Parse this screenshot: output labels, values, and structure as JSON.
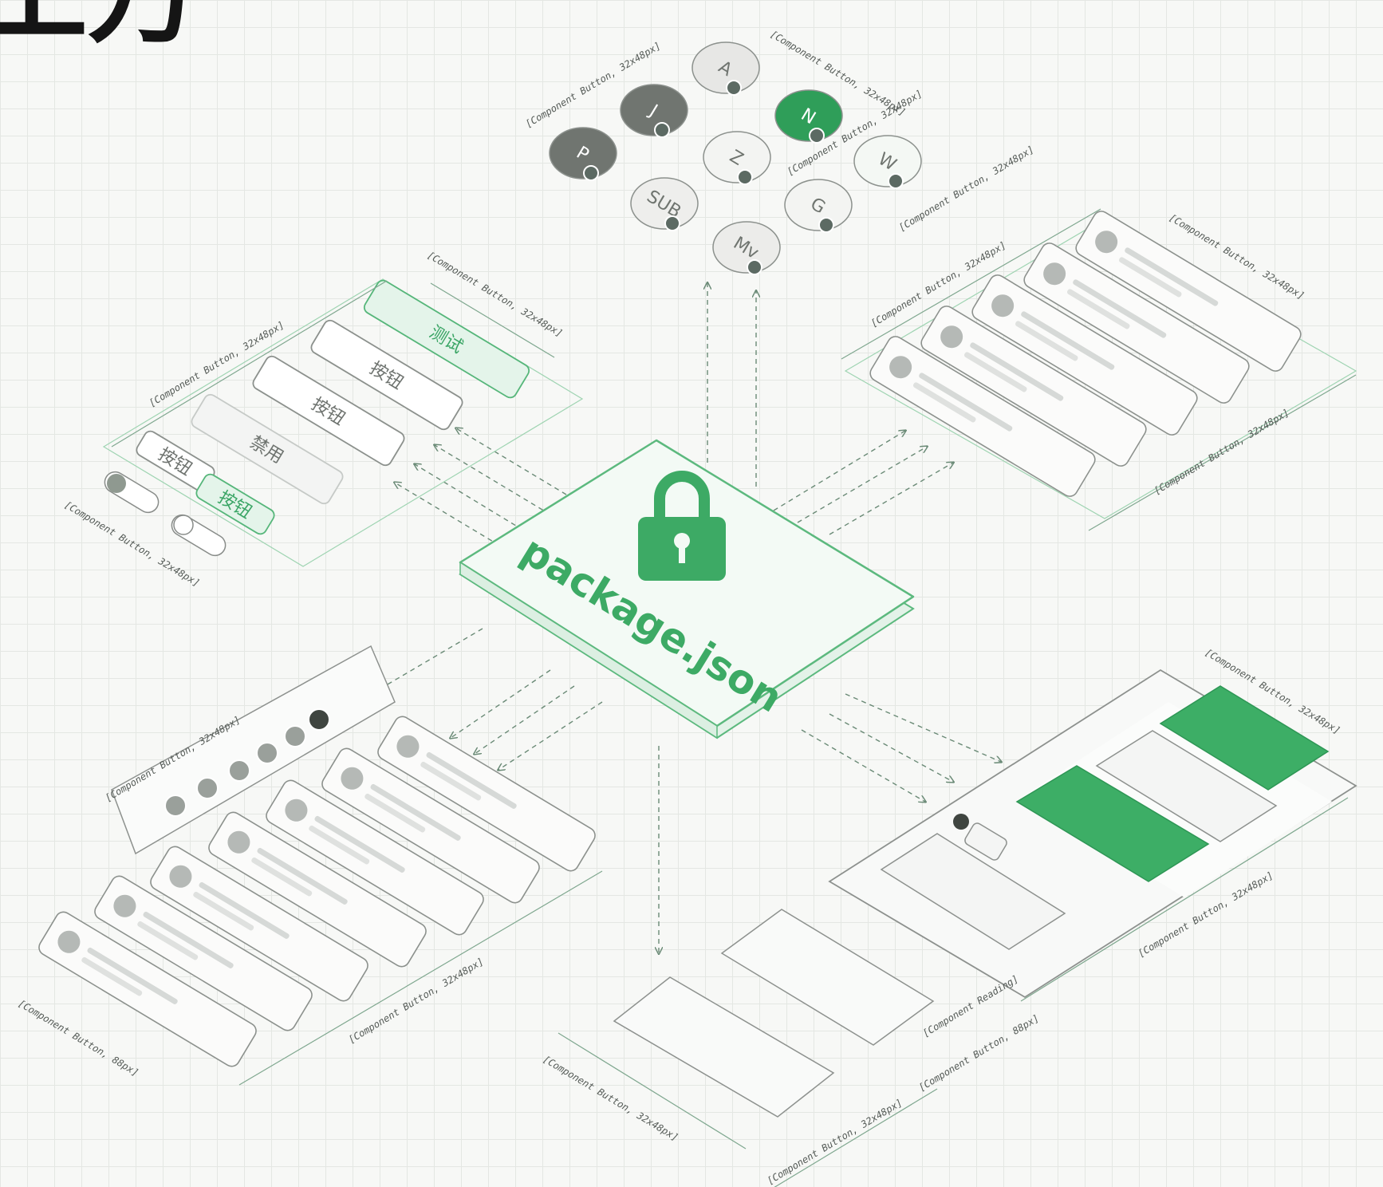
{
  "header": {
    "title_fragment": "工万"
  },
  "center_card": {
    "label": "package.json",
    "icon": "padlock-icon",
    "accent_color": "#3daa65",
    "surface_color": "#f3faf5"
  },
  "avatar_cluster": {
    "avatars": [
      {
        "letter": "A",
        "fill": "#e7e7e5"
      },
      {
        "letter": "J",
        "fill": "#707570"
      },
      {
        "letter": "N",
        "fill": "#2f9e59"
      },
      {
        "letter": "P",
        "fill": "#707570"
      },
      {
        "letter": "Z",
        "fill": "#f3f4f2"
      },
      {
        "letter": "W",
        "fill": "#f4f8f4"
      },
      {
        "letter": "SUB",
        "fill": "#eeeeec"
      },
      {
        "letter": "G",
        "fill": "#f3f4f2"
      },
      {
        "letter": "Mv",
        "fill": "#ececea"
      }
    ]
  },
  "button_panel": {
    "buttons": [
      {
        "label": "测试",
        "style": "primary"
      },
      {
        "label": "按钮",
        "style": "outline"
      },
      {
        "label": "按钮",
        "style": "outline"
      },
      {
        "label": "禁用",
        "style": "disabled"
      },
      {
        "label": "按钮",
        "style": "small"
      },
      {
        "label": "按钮",
        "style": "small-primary"
      }
    ]
  },
  "annotations": {
    "callouts": [
      "[Component Button, 32x48px]",
      "[Component Button, 32x48px]",
      "[Component Button, 32x48px]",
      "[Component Button, 32x48px]",
      "[Component Button, 32x48px]",
      "[Component Button, 32x48px]",
      "[Component Button, 32x48px]",
      "[Component Button, 32x48px]",
      "[Component Button, 32x48px]",
      "[Component Button, 32x48px]",
      "[Component Button, 32x48px]",
      "[Component Button, 32x48px]",
      "[Component Button, 32x48px]",
      "[Component Button, 88px]",
      "[Component Button, 32x48px]",
      "[Component Button, 32x48px]",
      "[Component Button, 32x48px]",
      "[Component Button, 88px]",
      "[Component Reading]"
    ]
  }
}
